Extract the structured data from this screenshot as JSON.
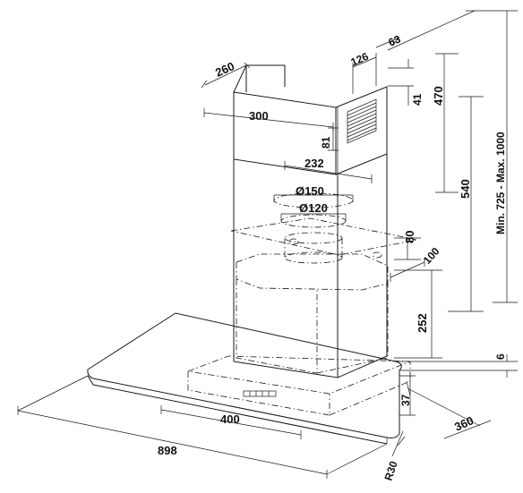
{
  "dimensions": {
    "chimney_depth": "260",
    "chimney_width": "300",
    "vent_offset_a": "126",
    "vent_offset_b": "63",
    "vent_gap": "41",
    "upper_height": "470",
    "vent_height": "81",
    "flange_width": "232",
    "dia_large": "Ø150",
    "dia_small": "Ø120",
    "lower_height": "540",
    "total_height": "Min. 725 - Max. 1000",
    "collar_height": "80",
    "rear_offset": "100",
    "body_height": "252",
    "glass_thickness": "6",
    "canopy_height": "37",
    "canopy_width": "400",
    "glass_depth": "360",
    "glass_width": "898",
    "corner_radius": "R30"
  }
}
